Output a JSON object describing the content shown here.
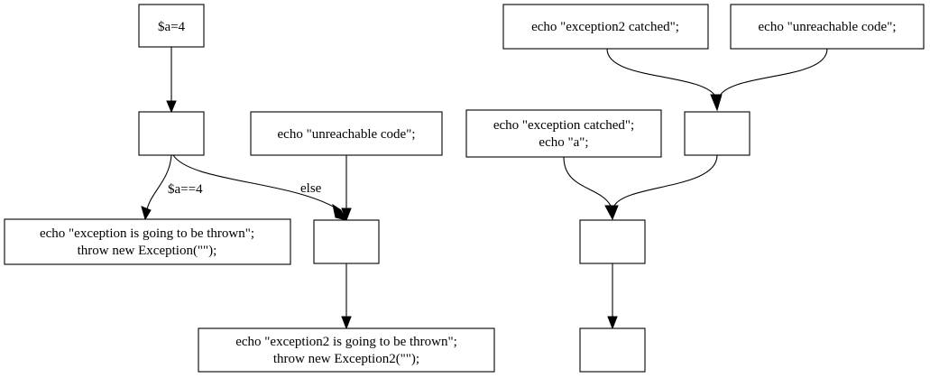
{
  "nodes": {
    "assign_a": [
      "$a=4"
    ],
    "cond": [],
    "echo_unreachable_1": [
      "echo \"unreachable code\";"
    ],
    "throw_exception": [
      "echo \"exception is going to be thrown\";",
      "throw new Exception(\"\");"
    ],
    "else_block": [],
    "throw_exception2": [
      "echo \"exception2 is going to be thrown\";",
      "throw new Exception2(\"\");"
    ],
    "echo_exception2_catched": [
      "echo \"exception2 catched\";"
    ],
    "echo_unreachable_2": [
      "echo \"unreachable code\";"
    ],
    "merge_1": [],
    "echo_exception_catched": [
      "echo \"exception catched\";",
      "echo \"a\";"
    ],
    "merge_2": [],
    "end_1": []
  },
  "edges": {
    "cond_true_label": "$a==4",
    "cond_else_label": "else"
  }
}
